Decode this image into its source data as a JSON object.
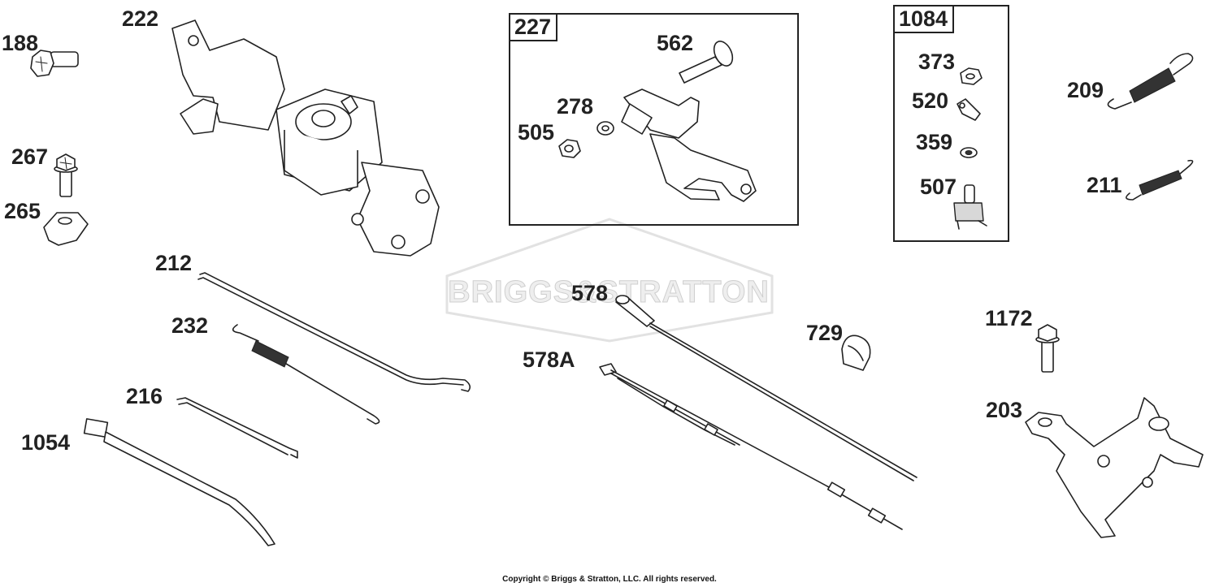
{
  "diagram": {
    "watermark": "BRIGGS&STRATTON",
    "copyright": "Copyright © Briggs & Stratton, LLC. All rights reserved.",
    "groups": [
      {
        "id": "227",
        "label": "227"
      },
      {
        "id": "1084",
        "label": "1084"
      }
    ],
    "parts": [
      {
        "id": "188",
        "label": "188"
      },
      {
        "id": "222",
        "label": "222"
      },
      {
        "id": "267",
        "label": "267"
      },
      {
        "id": "265",
        "label": "265"
      },
      {
        "id": "212",
        "label": "212"
      },
      {
        "id": "232",
        "label": "232"
      },
      {
        "id": "216",
        "label": "216"
      },
      {
        "id": "1054",
        "label": "1054"
      },
      {
        "id": "562",
        "label": "562"
      },
      {
        "id": "278",
        "label": "278"
      },
      {
        "id": "505",
        "label": "505"
      },
      {
        "id": "373",
        "label": "373"
      },
      {
        "id": "520",
        "label": "520"
      },
      {
        "id": "359",
        "label": "359"
      },
      {
        "id": "507",
        "label": "507"
      },
      {
        "id": "209",
        "label": "209"
      },
      {
        "id": "211",
        "label": "211"
      },
      {
        "id": "578",
        "label": "578"
      },
      {
        "id": "578A",
        "label": "578A"
      },
      {
        "id": "729",
        "label": "729"
      },
      {
        "id": "1172",
        "label": "1172"
      },
      {
        "id": "203",
        "label": "203"
      }
    ]
  }
}
